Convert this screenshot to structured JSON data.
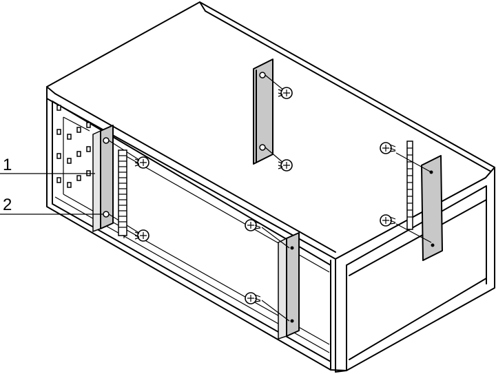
{
  "callouts": {
    "label_1": "1",
    "label_2": "2"
  },
  "icons": [
    "enclosure-box",
    "mounting-rail",
    "cable-comb",
    "screw"
  ]
}
